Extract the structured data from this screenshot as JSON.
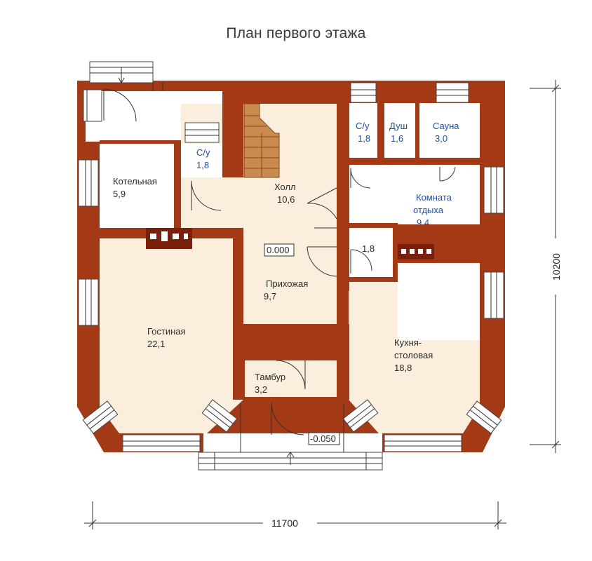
{
  "title": "План первого этажа",
  "rooms": {
    "kotelnaya": {
      "name": "Котельная",
      "area": "5,9"
    },
    "su_left": {
      "name": "С/у",
      "area": "1,8"
    },
    "holl": {
      "name": "Холл",
      "area": "10,6"
    },
    "su_right": {
      "name": "С/у",
      "area": "1,8"
    },
    "dush": {
      "name": "Душ",
      "area": "1,6"
    },
    "sauna": {
      "name": "Сауна",
      "area": "3,0"
    },
    "komnata": {
      "name1": "Комната",
      "name2": "отдыха",
      "area": "9,4"
    },
    "storage": {
      "area": "1,8"
    },
    "prihozhaya": {
      "name": "Прихожая",
      "area": "9,7"
    },
    "gostinaya": {
      "name": "Гостиная",
      "area": "22,1"
    },
    "kuhnya": {
      "name1": "Кухня-",
      "name2": "столовая",
      "area": "18,8"
    },
    "tambur": {
      "name": "Тамбур",
      "area": "3,2"
    }
  },
  "levels": {
    "floor": "0.000",
    "entrance": "-0.050"
  },
  "dimensions": {
    "width": "11700",
    "height": "10200"
  },
  "colors": {
    "wall": "#a33a15",
    "floor": "#fbeedd",
    "blue_label": "#1f4fa8"
  }
}
